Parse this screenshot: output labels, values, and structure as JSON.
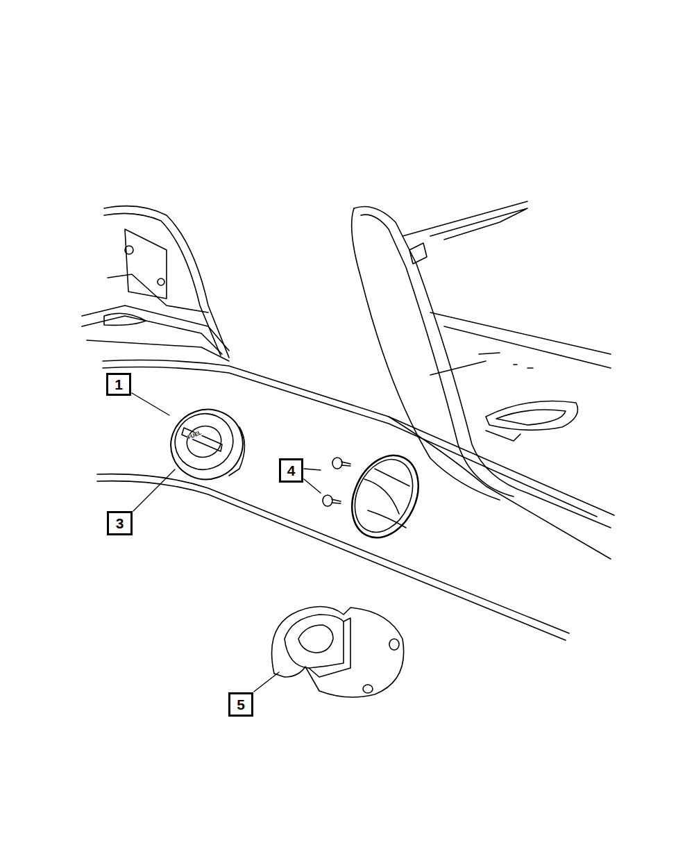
{
  "diagram": {
    "nodes": [
      {
        "text": [
          "1"
        ]
      },
      {
        "text": [
          "3"
        ]
      },
      {
        "text": [
          "4"
        ]
      },
      {
        "text": [
          "5"
        ]
      }
    ],
    "labels": [
      "FUEL"
    ]
  }
}
